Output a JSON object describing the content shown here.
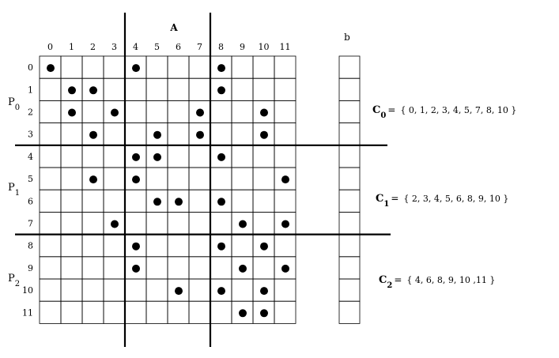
{
  "matrix": {
    "title": "A",
    "rows": 12,
    "cols": 12,
    "column_labels": [
      "0",
      "1",
      "2",
      "3",
      "4",
      "5",
      "6",
      "7",
      "8",
      "9",
      "10",
      "11"
    ],
    "row_labels": [
      "0",
      "1",
      "2",
      "3",
      "4",
      "5",
      "6",
      "7",
      "8",
      "9",
      "10",
      "11"
    ],
    "nonzeros": [
      [
        0,
        0
      ],
      [
        0,
        4
      ],
      [
        0,
        8
      ],
      [
        1,
        1
      ],
      [
        1,
        2
      ],
      [
        1,
        8
      ],
      [
        2,
        1
      ],
      [
        2,
        3
      ],
      [
        2,
        7
      ],
      [
        2,
        10
      ],
      [
        3,
        2
      ],
      [
        3,
        5
      ],
      [
        3,
        7
      ],
      [
        3,
        10
      ],
      [
        4,
        4
      ],
      [
        4,
        5
      ],
      [
        4,
        8
      ],
      [
        5,
        2
      ],
      [
        5,
        4
      ],
      [
        5,
        11
      ],
      [
        6,
        5
      ],
      [
        6,
        6
      ],
      [
        6,
        8
      ],
      [
        7,
        3
      ],
      [
        7,
        9
      ],
      [
        7,
        11
      ],
      [
        8,
        4
      ],
      [
        8,
        8
      ],
      [
        8,
        10
      ],
      [
        9,
        4
      ],
      [
        9,
        9
      ],
      [
        9,
        11
      ],
      [
        10,
        6
      ],
      [
        10,
        8
      ],
      [
        10,
        10
      ],
      [
        11,
        9
      ],
      [
        11,
        10
      ]
    ],
    "row_partition_after": [
      3,
      7
    ],
    "col_partition_after": [
      3,
      7
    ]
  },
  "vector": {
    "title": "b",
    "rows": 12
  },
  "partitions": [
    {
      "name": "P",
      "sub": "0",
      "rows": [
        0,
        3
      ]
    },
    {
      "name": "P",
      "sub": "1",
      "rows": [
        4,
        7
      ]
    },
    {
      "name": "P",
      "sub": "2",
      "rows": [
        8,
        11
      ]
    }
  ],
  "sets": [
    {
      "name": "C",
      "sub": "0",
      "eq": "=",
      "values": "{ 0, 1, 2, 3, 4, 5, 7, 8, 10 }"
    },
    {
      "name": "C",
      "sub": "1",
      "eq": "=",
      "values": "{ 2, 3, 4, 5, 6, 8, 9, 10 }"
    },
    {
      "name": "C",
      "sub": "2",
      "eq": "=",
      "values": "{ 4, 6, 8, 9, 10 ,11 }"
    }
  ]
}
